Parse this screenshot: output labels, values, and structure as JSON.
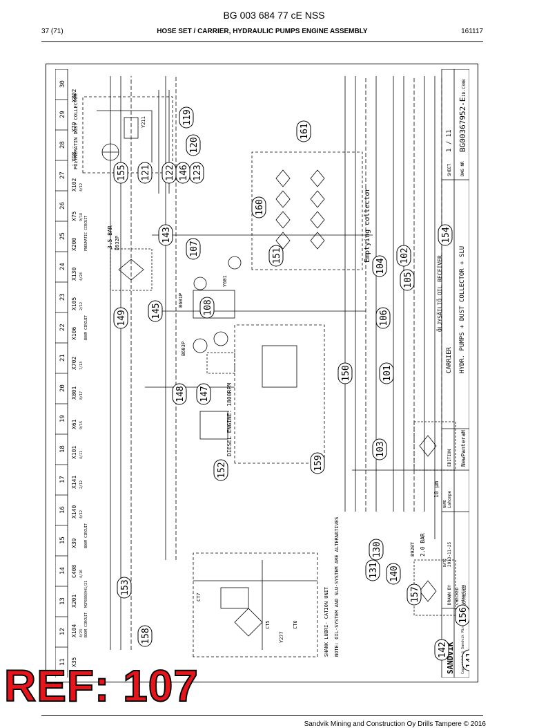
{
  "header": {
    "doc_id": "BG 003 684 77 cE NSS",
    "page": "37 (71)",
    "title": "HOSE SET / CARRIER, HYDRAULIC PUMPS ENGINE ASSEMBLY",
    "date": "161117"
  },
  "columns": [
    "11",
    "12",
    "13",
    "14",
    "15",
    "16",
    "17",
    "18",
    "19",
    "20",
    "21",
    "22",
    "23",
    "24",
    "25",
    "26",
    "27",
    "28",
    "29",
    "30"
  ],
  "connectors": [
    {
      "id": "X35"
    },
    {
      "id": "X104",
      "sub": "BOOM CIRCUIT",
      "code": "4/23"
    },
    {
      "id": "X201",
      "sub": "MGP0303941/21"
    },
    {
      "id": "C408",
      "code": "4/16"
    },
    {
      "id": "X39",
      "sub": "BOOM CIRCUIT"
    },
    {
      "id": "X140",
      "code": "4/12"
    },
    {
      "id": "X141",
      "code": "2/12"
    },
    {
      "id": "X101",
      "code": "4/11"
    },
    {
      "id": "X61",
      "code": "9/15"
    },
    {
      "id": "X801",
      "code": "8/17"
    },
    {
      "id": "X702",
      "code": "7/13"
    },
    {
      "id": "X106",
      "sub": "BOOM CIRCUIT"
    },
    {
      "id": "X105",
      "code": "2/12"
    },
    {
      "id": "X130",
      "code": "4/24"
    },
    {
      "id": "X200",
      "sub": "PNEUMATIC CIRCUIT"
    },
    {
      "id": "X75",
      "code": "9/18"
    },
    {
      "id": "X102",
      "code": "4/12"
    },
    {
      "id": "X98"
    },
    {
      "id": "X79"
    },
    {
      "id": "X802"
    }
  ],
  "callouts": [
    "101",
    "102",
    "103",
    "104",
    "105",
    "106",
    "107",
    "108",
    "119",
    "120",
    "121",
    "122",
    "123",
    "130",
    "131",
    "140",
    "141",
    "142",
    "143",
    "145",
    "146",
    "147",
    "148",
    "149",
    "150",
    "151",
    "152",
    "153",
    "154",
    "155",
    "156",
    "157",
    "158",
    "159",
    "160",
    "161"
  ],
  "labels": {
    "dust_collector": "PÖLYNERÄTIN DUST COLLECTOR",
    "empty_collector": "Emptying collector",
    "engine": "DIESEL ENGINE: 1800RPM",
    "oil_receiver": "ÖLJYSÄILIÖ OIL RECEIVER",
    "shank": "SHANK LUBRI- CATION UNIT",
    "note": "NOTE: OIL-SYSTEM AND SLU-SYSTEM ARE ALTERNATIVES",
    "pressure1": "3.5 BAR",
    "pressure2": "2.0 BAR",
    "filter": "10 µm",
    "b932": "B932P",
    "b601": "B601P",
    "b603": "B603P",
    "b920": "B920T",
    "y211": "Y211",
    "y277": "Y277",
    "y601": "Y601",
    "ct5": "CT5",
    "ct6": "CT6",
    "ct7": "CT7"
  },
  "title_block": {
    "title1": "CARRIER",
    "title2": "HYDR. PUMPS + DUST COLLECTOR + SLU",
    "sheet": "1 / 11",
    "sheet_lbl": "SHEET",
    "dwg": "BG00367952-E",
    "dwg_lbl": "DWG NR",
    "format": "ID-C30B",
    "edition": "NewPanteraH",
    "drawn": "DRAWN BY",
    "drawn_date": "2013-11-25",
    "drawn_name": "Lahonpe",
    "checked": "CHECKED",
    "approved": "APPROVED",
    "date_lbl": "DATE",
    "name_lbl": "NAME",
    "edition_lbl": "EDITION",
    "brand": "SANDVIK",
    "copyright": "Copyright © Sandvik Mining and Construction"
  },
  "overlay": {
    "ref": "REF: 107"
  },
  "footer": {
    "text": "Sandvik Mining and Construction Oy Drills Tampere © 2016"
  }
}
